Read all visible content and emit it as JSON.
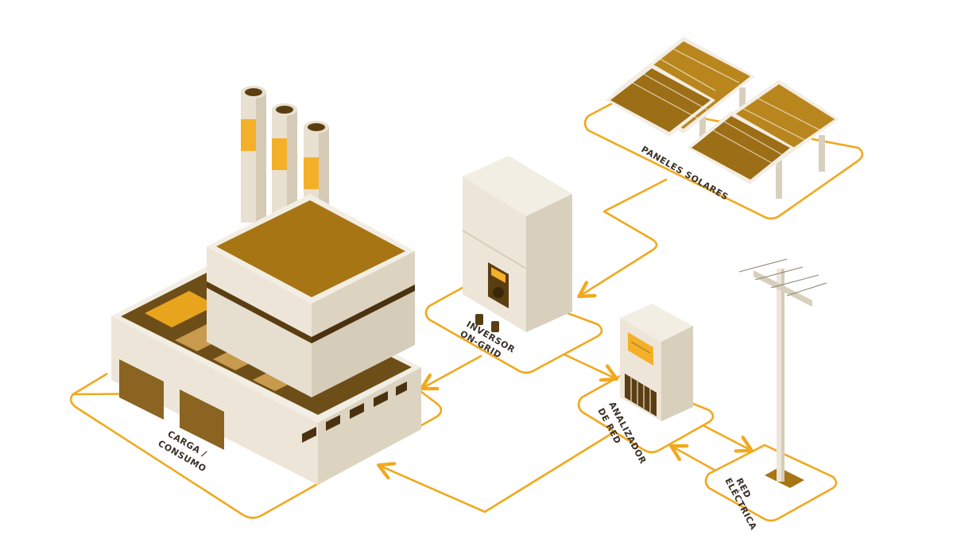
{
  "labels": {
    "load_line1": "CARGA /",
    "load_line2": "CONSUMO",
    "inverter_line1": "INVERSOR",
    "inverter_line2": "ON-GRID",
    "panels": "PANELES SOLARES",
    "analyzer_line1": "ANALIZADOR",
    "analyzer_line2": "DE RED",
    "grid_line1": "RED",
    "grid_line2": "ELÉCTRICA"
  },
  "colors": {
    "connector": "#F2A81D",
    "roof_brown": "#A87514",
    "panel_gold": "#B9861E",
    "body_cream": "#EDE6D8",
    "body_shadow": "#D8CFBD",
    "dark_brown": "#5A3E12",
    "label_text": "#3A3128"
  }
}
